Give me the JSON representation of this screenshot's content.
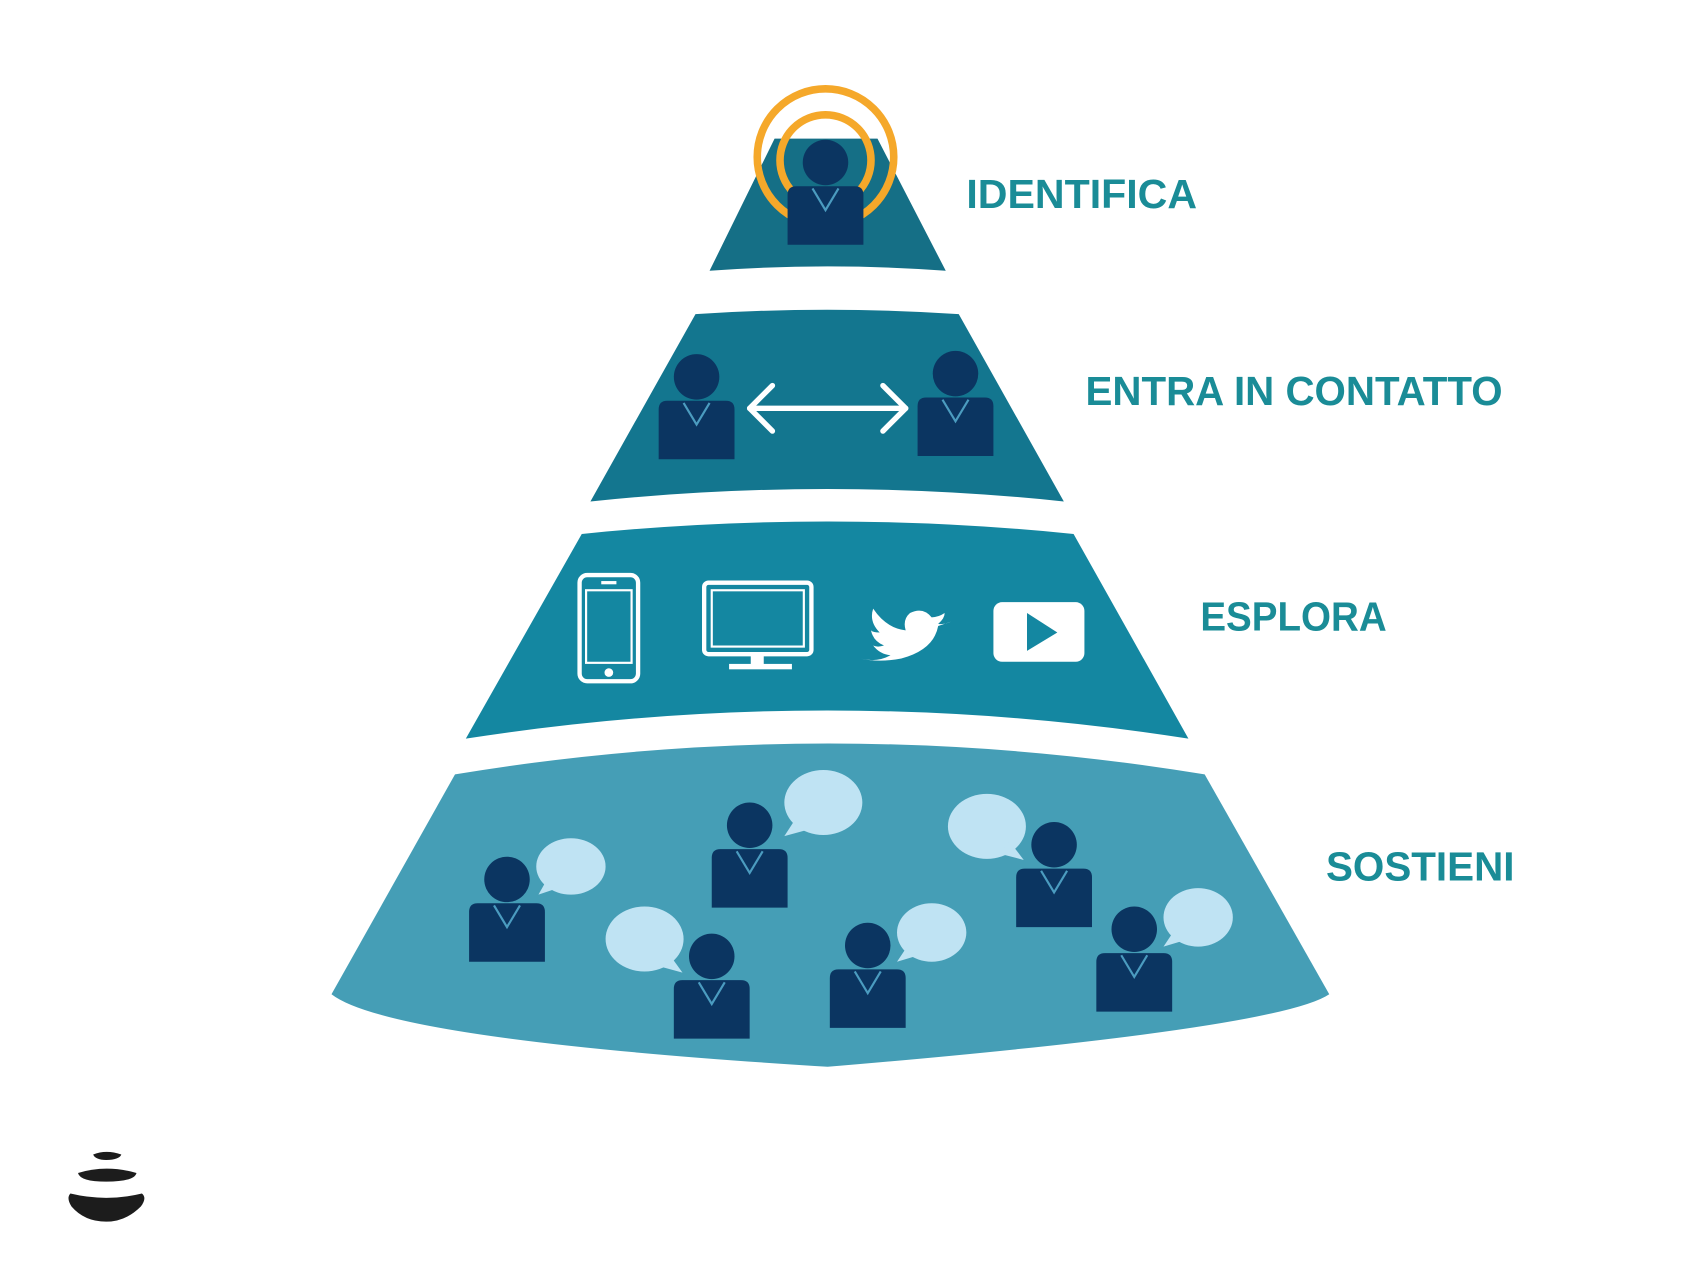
{
  "diagram": {
    "tiers": [
      {
        "label": "IDENTIFICA"
      },
      {
        "label": "ENTRA IN CONTATTO"
      },
      {
        "label": "ESPLORA"
      },
      {
        "label": "SOSTIENI"
      }
    ],
    "icons": {
      "tier1": [
        "person-icon",
        "highlight-rings-icon"
      ],
      "tier2": [
        "person-icon",
        "double-arrow-icon",
        "person-icon"
      ],
      "tier3": [
        "smartphone-icon",
        "monitor-icon",
        "twitter-bird-icon",
        "play-button-icon"
      ],
      "tier4": [
        "person-icon",
        "speech-bubble-icon"
      ]
    },
    "logo": "stacked-stones-logo"
  },
  "colors": {
    "label": "#1a8c97",
    "tier1": "#156f86",
    "tier2": "#13768f",
    "tier3": "#1487a1",
    "tier4": "#459eb6",
    "person": "#0b3561",
    "bubble": "#bfe3f3",
    "rings": "#f5a82a"
  }
}
